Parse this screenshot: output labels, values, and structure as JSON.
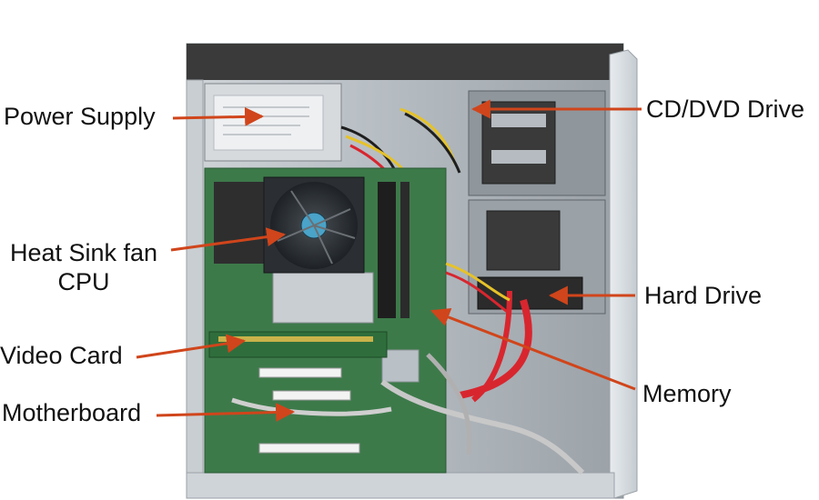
{
  "labels": {
    "power_supply": "Power Supply",
    "heat_sink_line1": "Heat Sink fan",
    "heat_sink_line2": "CPU",
    "video_card": "Video Card",
    "motherboard": "Motherboard",
    "cd_dvd_drive": "CD/DVD Drive",
    "hard_drive": "Hard Drive",
    "memory": "Memory"
  },
  "colors": {
    "arrow": "#d0451b",
    "case_metal": "#b9c0c6",
    "case_panel": "#3a3a3a",
    "board_green": "#3d7a4a",
    "cable_red": "#d8262f",
    "cable_yellow": "#e6c229"
  }
}
